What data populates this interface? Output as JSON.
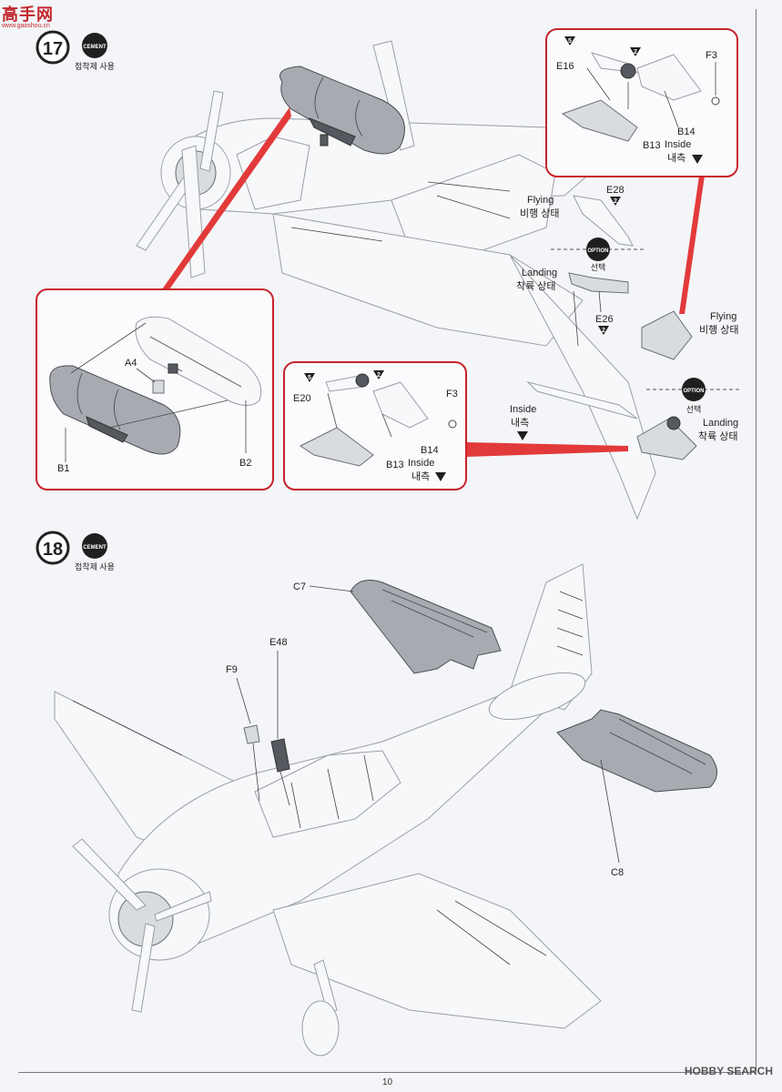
{
  "watermark": {
    "top_text": "高手网",
    "bottom_text": "www.gaoshou.cn",
    "right_text": "HOBBY SEARCH"
  },
  "page_number": "10",
  "steps": [
    {
      "number": "17",
      "cement_label": "CEMENT",
      "cement_caption": "접착제 사용"
    },
    {
      "number": "18",
      "cement_label": "CEMENT",
      "cement_caption": "접착제 사용"
    }
  ],
  "parts": {
    "a4": "A4",
    "b1": "B1",
    "b2": "B2",
    "e16": "E16",
    "f3_top": "F3",
    "b14_top": "B14",
    "inside_top": "Inside",
    "inside_top_kr": "내측",
    "b13_top": "B13",
    "e28": "E28",
    "flying_1": "Flying",
    "flying_1_kr": "비행 상태",
    "option_1": "OPTION",
    "option_1_kr": "선택",
    "landing_1": "Landing",
    "landing_1_kr": "착륙 상태",
    "e26": "E26",
    "flying_2": "Flying",
    "flying_2_kr": "비행 상태",
    "e20": "E20",
    "f3_mid": "F3",
    "b14_mid": "B14",
    "inside_mid": "Inside",
    "inside_mid_kr": "내측",
    "b13_mid": "B13",
    "inside_wing": "Inside",
    "inside_wing_kr": "내측",
    "option_2": "OPTION",
    "option_2_kr": "선택",
    "landing_2": "Landing",
    "landing_2_kr": "착륙 상태",
    "c7": "C7",
    "e48": "E48",
    "f9": "F9",
    "c8": "C8"
  },
  "callout_numbers": {
    "n5_top": "5",
    "n2_top": "2",
    "n2_e28": "2",
    "n2_e26": "2",
    "n5_mid": "5",
    "n2_mid": "2"
  },
  "colors": {
    "callout_border": "#c8232b",
    "callout_ray": "#e23a3a",
    "part_grey": "#a7aab0",
    "outline": "#9a9ea6"
  }
}
